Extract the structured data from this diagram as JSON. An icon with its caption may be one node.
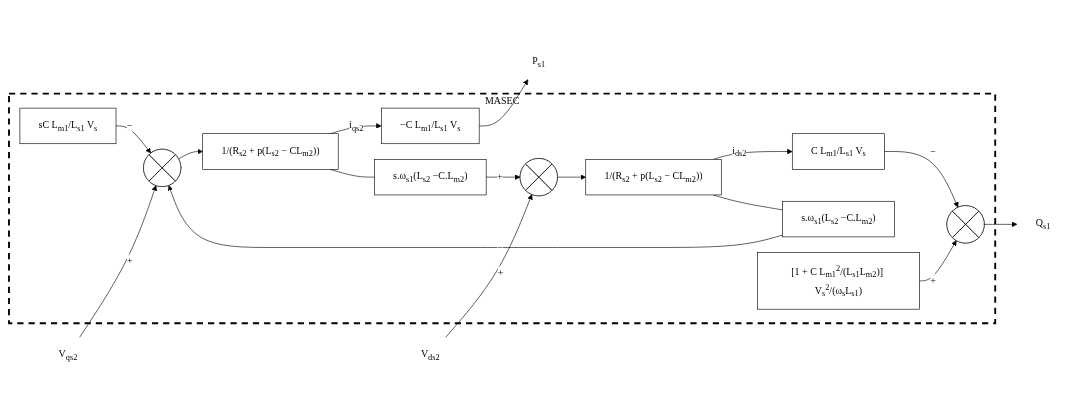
{
  "diagram": {
    "nodes": [
      {
        "text": [
          "MASEC"
        ]
      },
      {
        "text": [
          "sC L$_{m1}$/L$_{s1}$ V$_{s}$"
        ],
        "in": 0
      },
      {
        "text": [
          "V$_{qs2}$"
        ]
      },
      {
        "text": [],
        "shape": "circle",
        "in": 0
      },
      {
        "text": [
          "1/(R$_{s2}$ + p(L$_{s2}$ − CL$_{m2}$))"
        ],
        "in": 0
      },
      {
        "text": [
          "−C L$_{m1}$/L$_{s1}$ V$_{s}$"
        ],
        "in": 0
      },
      {
        "text": [
          "P$_{s1}$"
        ]
      },
      {
        "text": [
          "s.ω$_{s1}$(L$_{s2}$ −C.L$_{m2}$)"
        ],
        "in": 0
      },
      {
        "text": [
          "s.ω$_{s1}$(L$_{s2}$ −C.L$_{m2}$)"
        ],
        "in": 0
      },
      {
        "text": [
          "V$_{ds2}$"
        ]
      },
      {
        "text": [],
        "shape": "circle",
        "in": 0
      },
      {
        "text": [
          "1/(R$_{s2}$ + p(L$_{s2}$ − CL$_{m2}$))"
        ],
        "in": 0
      },
      {
        "text": [
          "C L$_{m1}$/L$_{s1}$ V$_{s}$"
        ],
        "in": 0
      },
      {
        "text": [],
        "shape": "circle",
        "in": 0
      },
      {
        "text": [
          "Q$_{s1}$"
        ]
      },
      {
        "text": [
          "[1 + C L$_{m1}$$^{2}$/(L$_{s1}$L$_{m2}$)] V$_{s}$$^{2}$/(ω$_{s}$L$_{s1}$)"
        ],
        "in": 0
      }
    ],
    "edges": [
      {
        "from": 2,
        "to": 3,
        "arrow": "to",
        "label": "+"
      },
      {
        "from": 1,
        "to": 3,
        "arrow": "to",
        "label": "−"
      },
      {
        "from": 7,
        "to": 3,
        "arrow": "to",
        "label": "−"
      },
      {
        "from": 3,
        "to": 4,
        "arrow": "to"
      },
      {
        "from": 4,
        "to": 5,
        "arrow": "to",
        "label": "i$_{qs2}$"
      },
      {
        "from": 4,
        "to": 8,
        "arrow": "none"
      },
      {
        "from": 5,
        "to": 6,
        "arrow": "to"
      },
      {
        "from": 9,
        "to": 10,
        "arrow": "to",
        "label": "+"
      },
      {
        "from": 8,
        "to": 10,
        "arrow": "to",
        "label": "+"
      },
      {
        "from": 10,
        "to": 11,
        "arrow": "to"
      },
      {
        "from": 11,
        "to": 12,
        "arrow": "to",
        "label": "i$_{ds2}$"
      },
      {
        "from": 11,
        "to": 7,
        "arrow": "none"
      },
      {
        "from": 12,
        "to": 13,
        "arrow": "to",
        "label": "−"
      },
      {
        "from": 15,
        "to": 13,
        "arrow": "to",
        "label": "+"
      },
      {
        "from": 13,
        "to": 14,
        "arrow": "to"
      }
    ]
  }
}
